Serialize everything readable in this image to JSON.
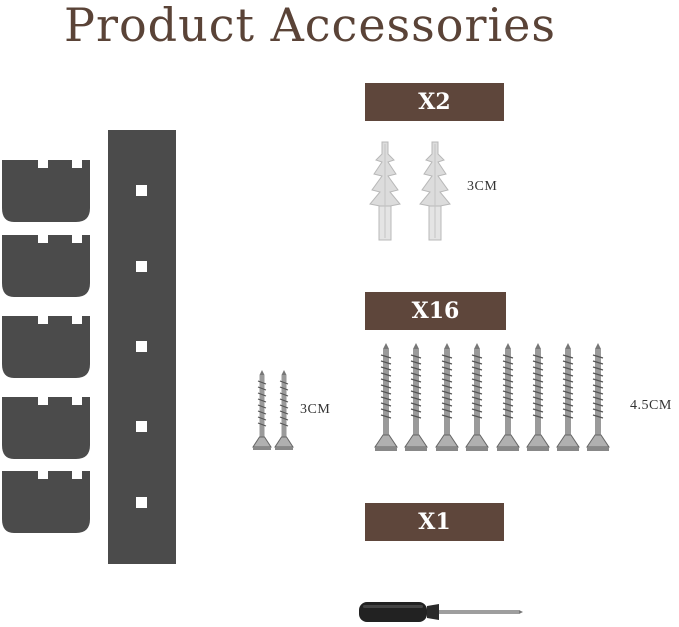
{
  "title": "Product Accessories",
  "badges": {
    "anchors_qty": "X2",
    "screws_qty": "X16",
    "driver_qty": "X1"
  },
  "labels": {
    "anchor_size": "3CM",
    "short_screw_size": "3CM",
    "long_screw_size": "4.5CM"
  },
  "colors": {
    "title": "#5a4337",
    "badge_bg": "#5e463b",
    "hook_and_strip": "#4b4b4b"
  },
  "icons": [
    "hook-icon",
    "mounting-strip-icon",
    "wall-anchor-icon",
    "screw-icon",
    "screwdriver-icon"
  ]
}
